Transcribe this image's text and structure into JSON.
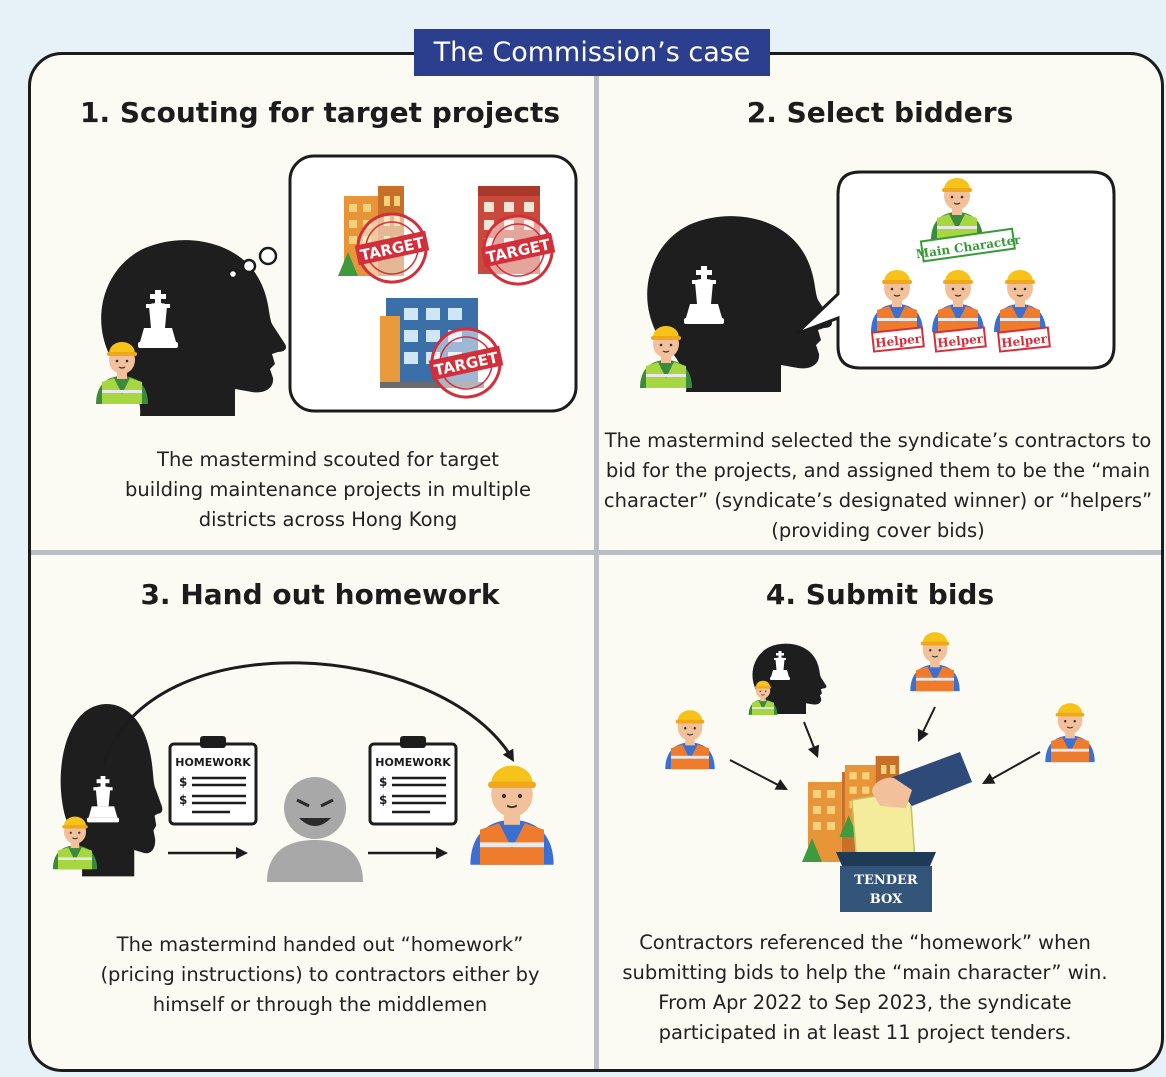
{
  "banner": "The Commission’s case",
  "panels": [
    {
      "title": "1. Scouting for target projects",
      "stamp": "TARGET",
      "caption": "The mastermind scouted for target building maintenance projects in multiple districts across Hong Kong"
    },
    {
      "title": "2. Select bidders",
      "main_label": "Main Character",
      "helper_label": "Helper",
      "caption": "The mastermind selected the syndicate’s contractors to bid for the projects, and assigned them to be the “main character” (syndicate’s designated winner) or “helpers” (providing cover bids)"
    },
    {
      "title": "3. Hand out homework",
      "clipboard_label": "HOMEWORK",
      "currency": "$",
      "caption": "The mastermind handed out “homework” (pricing instructions) to contractors either by himself or through the middlemen"
    },
    {
      "title": "4. Submit bids",
      "box_line1": "TENDER",
      "box_line2": "BOX",
      "caption": "Contractors referenced the “homework” when submitting bids to help the “main character” win. From Apr 2022 to Sep 2023, the syndicate participated in at least 11 project tenders."
    }
  ],
  "colors": {
    "banner": "#2c3e8e",
    "hardhat": "#f6c31a",
    "vest_orange": "#ef7b2c",
    "vest_green": "#9fd33c",
    "stamp_red": "#d32f3a",
    "label_green": "#3a9a3a"
  }
}
